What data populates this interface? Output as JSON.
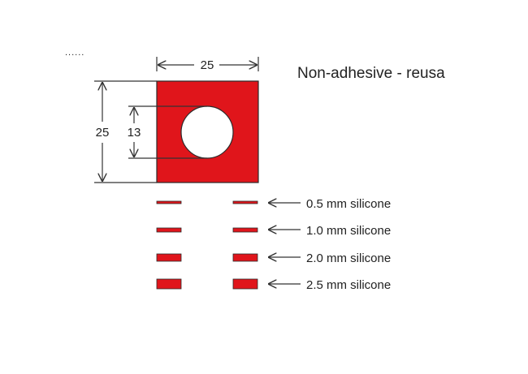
{
  "colors": {
    "accent": "#e0151b",
    "outline": "#2b2b2b",
    "line": "#333333"
  },
  "title": "Non-adhesive - reusa",
  "top_fragment": "......",
  "dimensions": {
    "width": "25",
    "height": "25",
    "hole": "13"
  },
  "thickness_options": [
    {
      "label": "0.5 mm silicone",
      "thickness_mm": 0.5
    },
    {
      "label": "1.0 mm silicone",
      "thickness_mm": 1.0
    },
    {
      "label": "2.0 mm silicone",
      "thickness_mm": 2.0
    },
    {
      "label": "2.5 mm silicone",
      "thickness_mm": 2.5
    }
  ]
}
